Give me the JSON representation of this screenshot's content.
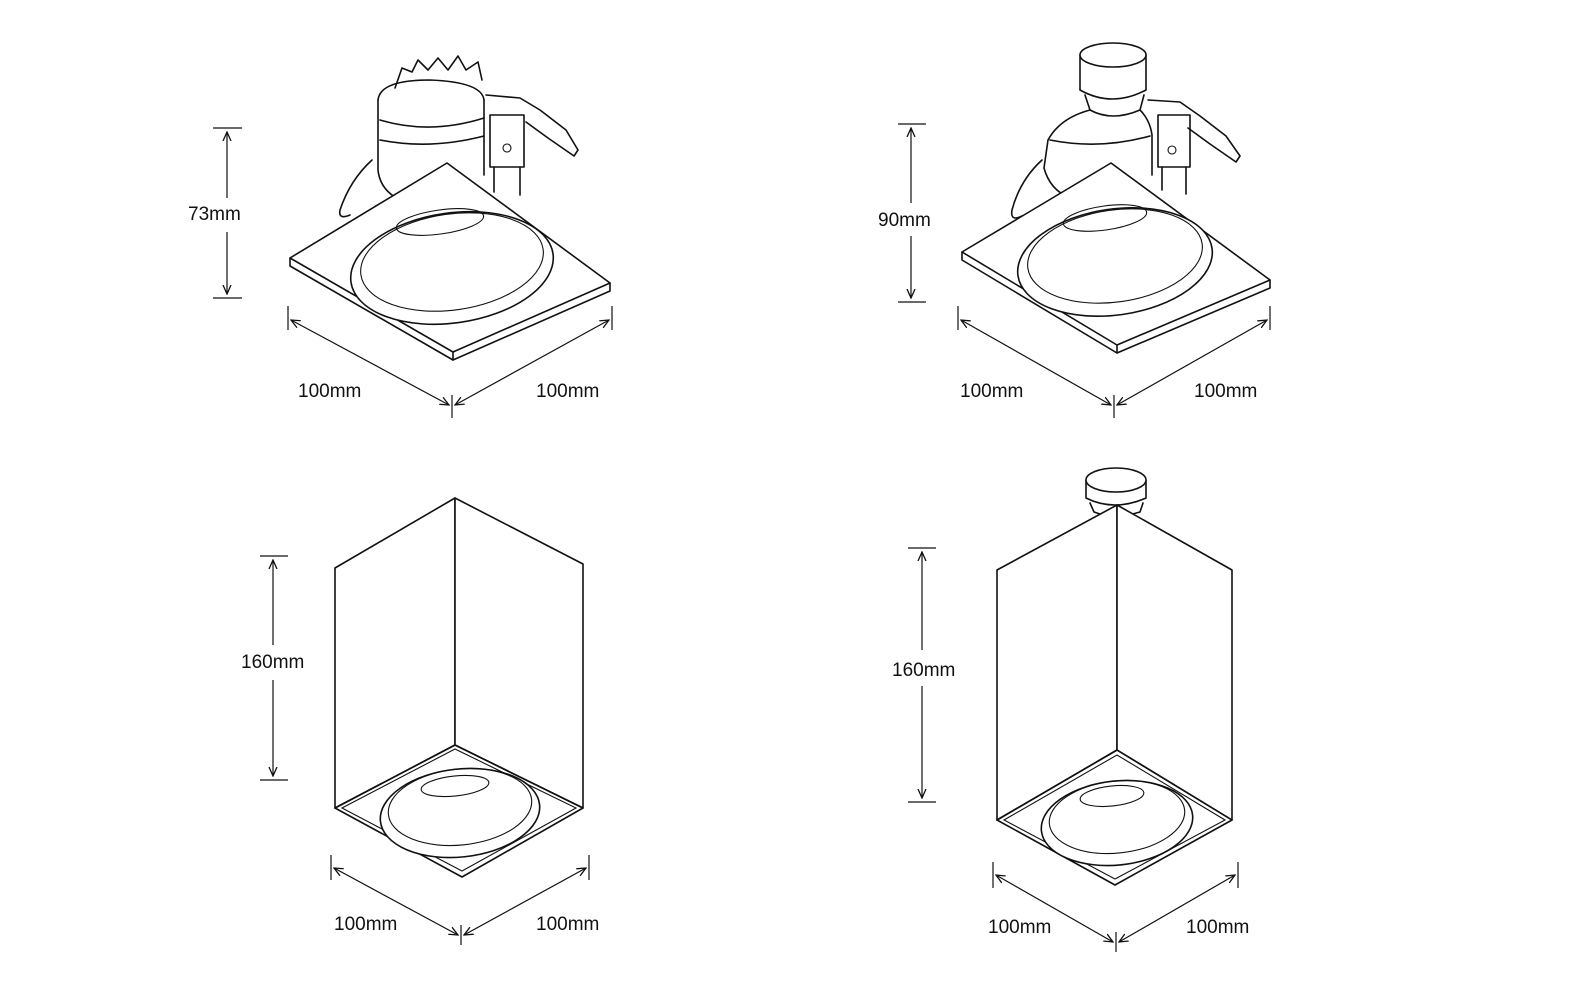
{
  "drawings": [
    {
      "id": "recessed-square-downlight-73",
      "height_label": "73mm",
      "width_label_left": "100mm",
      "width_label_right": "100mm"
    },
    {
      "id": "recessed-square-downlight-90",
      "height_label": "90mm",
      "width_label_left": "100mm",
      "width_label_right": "100mm"
    },
    {
      "id": "surface-square-downlight",
      "height_label": "160mm",
      "width_label_left": "100mm",
      "width_label_right": "100mm"
    },
    {
      "id": "surface-square-downlight-with-mount",
      "height_label": "160mm",
      "width_label_left": "100mm",
      "width_label_right": "100mm"
    }
  ],
  "colors": {
    "line": "#111111",
    "background": "#ffffff"
  }
}
